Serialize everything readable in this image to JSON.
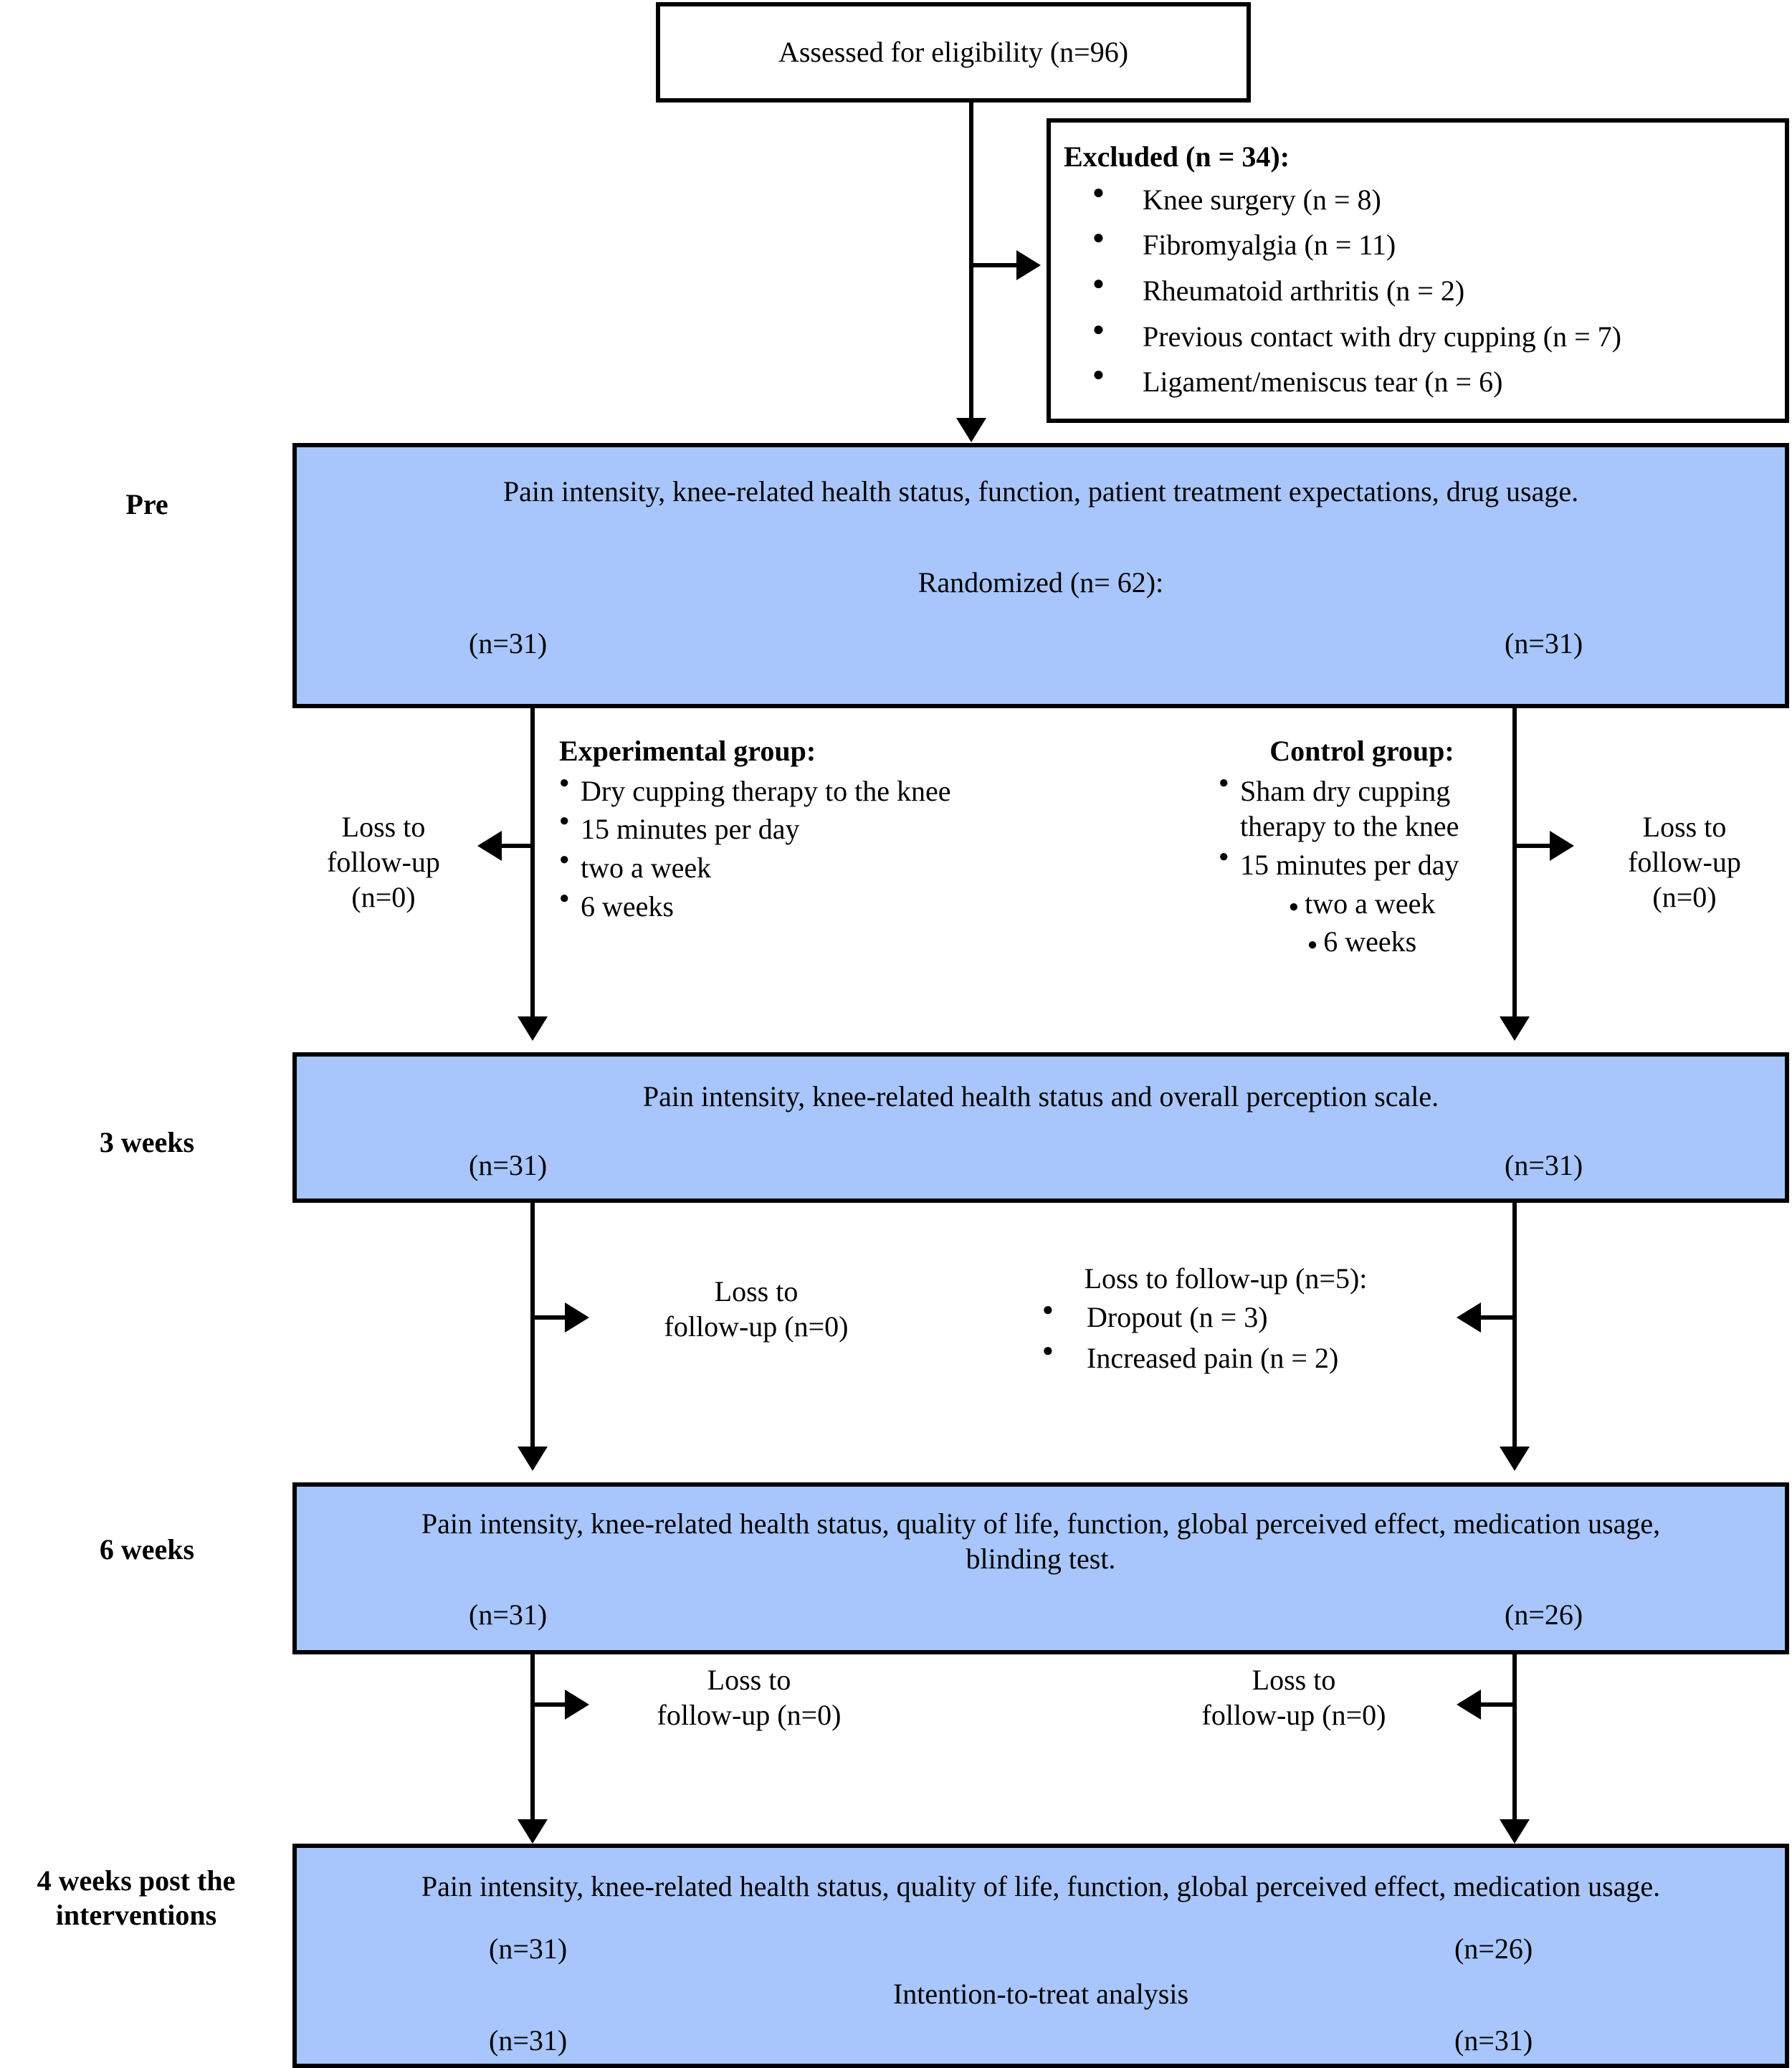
{
  "diagram": {
    "title": "CONSORT participant flow diagram",
    "box_fill": "#A8C6FC",
    "border_color": "#000000"
  },
  "timeline": {
    "pre": "Pre",
    "week3": "3 weeks",
    "week6": "6 weeks",
    "post": "4 weeks post the\ninterventions",
    "post_line1": "4 weeks post the",
    "post_line2": "interventions"
  },
  "enrollment": {
    "assessed": "Assessed for eligibility (n=96)"
  },
  "excluded": {
    "heading": "Excluded (n = 34):",
    "reasons": [
      "Knee surgery (n = 8)",
      "Fibromyalgia (n = 11)",
      "Rheumatoid arthritis (n = 2)",
      "Previous contact with dry cupping (n = 7)",
      "Ligament/meniscus tear (n = 6)"
    ]
  },
  "pre_box": {
    "measures": "Pain intensity, knee-related health status, function, patient treatment expectations, drug usage.",
    "randomized": "Randomized (n= 62):",
    "left_n": "(n=31)",
    "right_n": "(n=31)"
  },
  "allocation": {
    "experimental": {
      "heading": "Experimental group:",
      "items": [
        "Dry cupping therapy to the knee",
        "15 minutes per day",
        "two a week",
        "6 weeks"
      ]
    },
    "control": {
      "heading": "Control group:",
      "items": [
        "Sham dry cupping therapy to the knee",
        "15 minutes per day",
        "two a week",
        "6 weeks"
      ]
    },
    "loss_left": {
      "line1": "Loss to",
      "line2": "follow-up",
      "line3": "(n=0)"
    },
    "loss_right": {
      "line1": "Loss to",
      "line2": "follow-up",
      "line3": "(n=0)"
    }
  },
  "week3_box": {
    "measures": "Pain intensity, knee-related health status and overall perception scale.",
    "left_n": "(n=31)",
    "right_n": "(n=31)"
  },
  "followup_3to6": {
    "left": {
      "line1": "Loss to",
      "line2": "follow-up (n=0)"
    },
    "right": {
      "heading": "Loss to follow-up (n=5):",
      "reasons": [
        "Dropout (n = 3)",
        "Increased pain (n = 2)"
      ]
    }
  },
  "week6_box": {
    "measures_line1": "Pain intensity, knee-related health status, quality of life, function, global perceived effect, medication usage,",
    "measures_line2": "blinding test.",
    "left_n": "(n=31)",
    "right_n": "(n=26)"
  },
  "followup_6to10": {
    "left": {
      "line1": "Loss to",
      "line2": "follow-up (n=0)"
    },
    "right": {
      "line1": "Loss to",
      "line2": "follow-up (n=0)"
    }
  },
  "final_box": {
    "measures": "Pain intensity, knee-related health status, quality of life, function, global perceived effect, medication usage.",
    "analysis": "Intention-to-treat analysis",
    "observed_left_n": "(n=31)",
    "observed_right_n": "(n=26)",
    "itt_left_n": "(n=31)",
    "itt_right_n": "(n=31)"
  }
}
